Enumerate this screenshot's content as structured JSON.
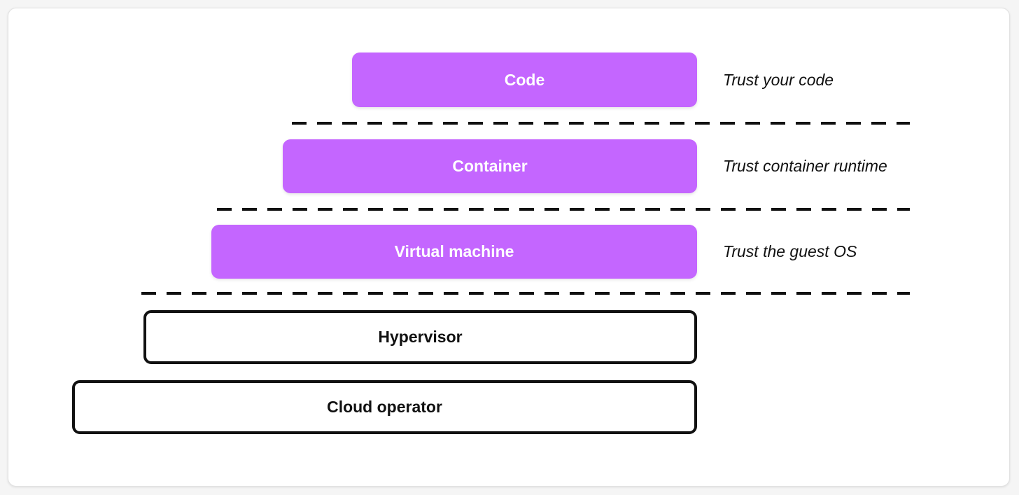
{
  "colors": {
    "accent": "#c466ff",
    "outline": "#111111",
    "background": "#ffffff"
  },
  "layers": [
    {
      "label": "Code",
      "style": "filled",
      "trust": "Trust your code"
    },
    {
      "label": "Container",
      "style": "filled",
      "trust": "Trust container runtime"
    },
    {
      "label": "Virtual machine",
      "style": "filled",
      "trust": "Trust the guest OS"
    },
    {
      "label": "Hypervisor",
      "style": "outlined",
      "trust": ""
    },
    {
      "label": "Cloud operator",
      "style": "outlined",
      "trust": ""
    }
  ]
}
